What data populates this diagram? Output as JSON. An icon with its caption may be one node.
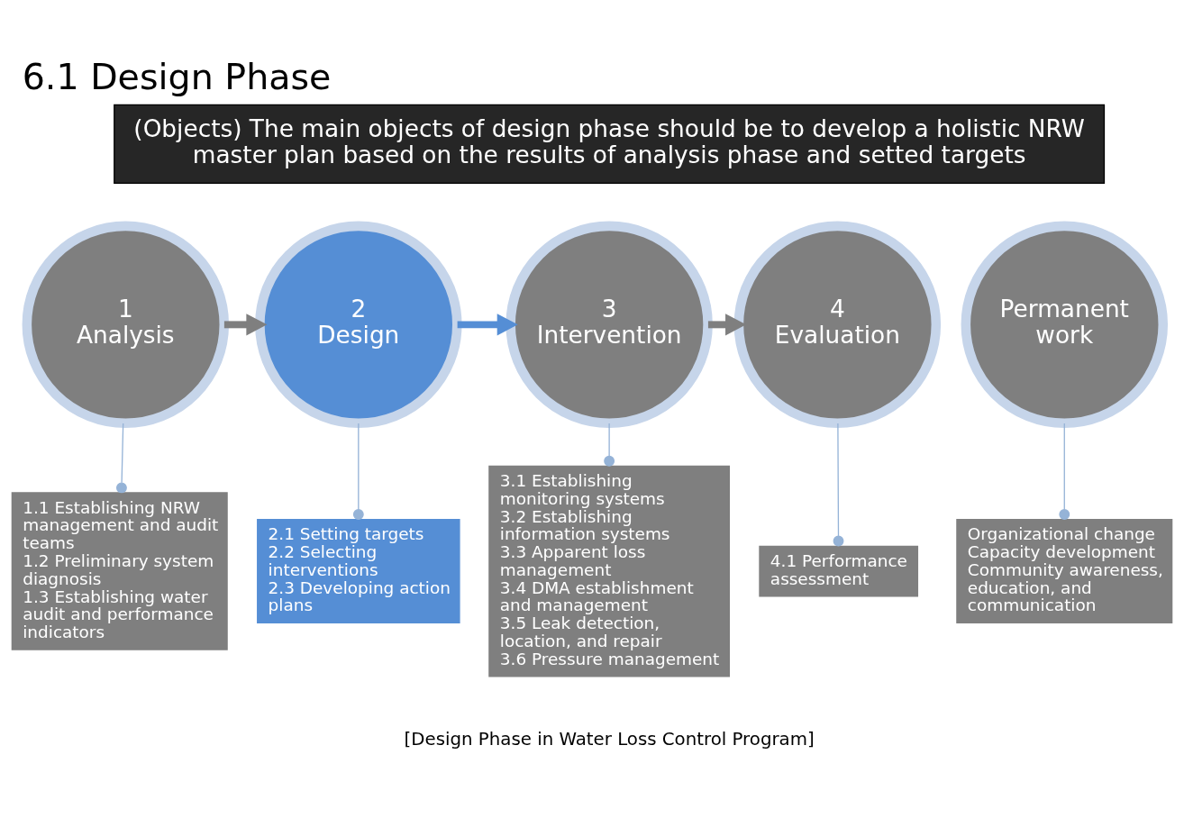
{
  "diagram": {
    "title": "6.1 Design Phase",
    "caption": "[Design Phase in Water Loss Control Program]",
    "nodes": [
      {
        "text": [
          "1",
          "Analysis"
        ]
      },
      {
        "text": [
          "2",
          "Design"
        ]
      },
      {
        "text": [
          "3",
          "Intervention"
        ]
      },
      {
        "text": [
          "4",
          "Evaluation"
        ]
      },
      {
        "text": [
          "Permanent work"
        ]
      },
      {
        "text": [
          "1.1 Establishing NRW management and audit teams",
          "1.2 Preliminary system diagnosis",
          "1.3 Establishing water audit and performance indicators"
        ]
      },
      {
        "text": [
          "2.1 Setting targets",
          "2.2 Selecting interventions",
          "2.3 Developing action plans"
        ]
      },
      {
        "text": [
          "3.1 Establishing monitoring systems",
          "3.2 Establishing information systems",
          "3.3 Apparent loss management",
          "3.4 DMA establishment and management",
          "3.5 Leak detection, location, and repair",
          "3.6 Pressure management"
        ]
      },
      {
        "text": [
          "4.1 Performance assessment"
        ]
      },
      {
        "text": [
          "Organizational change",
          "Capacity development",
          "Community awareness, education, and communication"
        ]
      }
    ],
    "edges": [
      {
        "from": 0,
        "to": 1,
        "arrow": "to",
        "style": "thick",
        "color": "#7f7f7f"
      },
      {
        "from": 1,
        "to": 2,
        "arrow": "to",
        "style": "thick",
        "color": "#558ed5"
      },
      {
        "from": 2,
        "to": 3,
        "arrow": "to",
        "style": "thick",
        "color": "#7f7f7f"
      },
      {
        "from": 0,
        "to": 5,
        "arrow": "other"
      },
      {
        "from": 1,
        "to": 6,
        "arrow": "other"
      },
      {
        "from": 2,
        "to": 7,
        "arrow": "other"
      },
      {
        "from": 3,
        "to": 8,
        "arrow": "other"
      },
      {
        "from": 4,
        "to": 9,
        "arrow": "other"
      }
    ],
    "labels": [
      "(Objects) The main objects of design phase should be to develop a holistic NRW master plan based on the results of analysis phase and setted targets"
    ]
  }
}
